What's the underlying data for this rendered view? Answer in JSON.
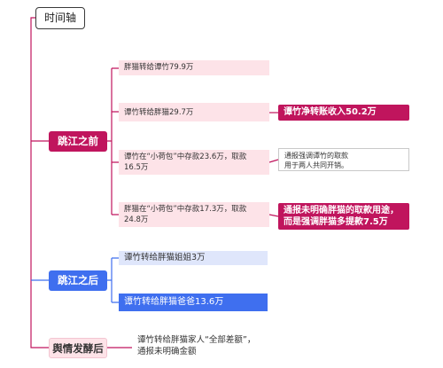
{
  "root": {
    "label": "时间轴"
  },
  "branches": [
    {
      "label": "跳江之前",
      "leaves": [
        {
          "text": "胖猫转给谭竹79.9万"
        },
        {
          "text": "谭竹转给胖猫29.7万"
        },
        {
          "text": "谭竹在“小荷包”中存款23.6万，取款\n16.5万"
        },
        {
          "text": "胖猫在“小荷包”中存款17.3万，取款\n24.8万"
        }
      ],
      "notes": [
        {
          "text": "谭竹净转账收入50.2万"
        },
        {
          "text": "通报强调谭竹的取款\n用于两人共同开销。"
        },
        {
          "text": "通报未明确胖猫的取款用途，\n而是强调胖猫多提款7.5万"
        }
      ]
    },
    {
      "label": "跳江之后",
      "leaves": [
        {
          "text": "谭竹转给胖猫姐姐3万"
        },
        {
          "text": "谭竹转给胖猫爸爸13.6万"
        }
      ]
    },
    {
      "label": "舆情发酵后",
      "leaves": [
        {
          "text": "谭竹转给胖猫家人“全部差额”，\n通报未明确金额"
        }
      ]
    }
  ],
  "colors": {
    "accent_magenta": "#c0155d",
    "accent_blue": "#3f6fef",
    "light_pink": "#fde3e8",
    "light_blue": "#dfe6fb"
  }
}
